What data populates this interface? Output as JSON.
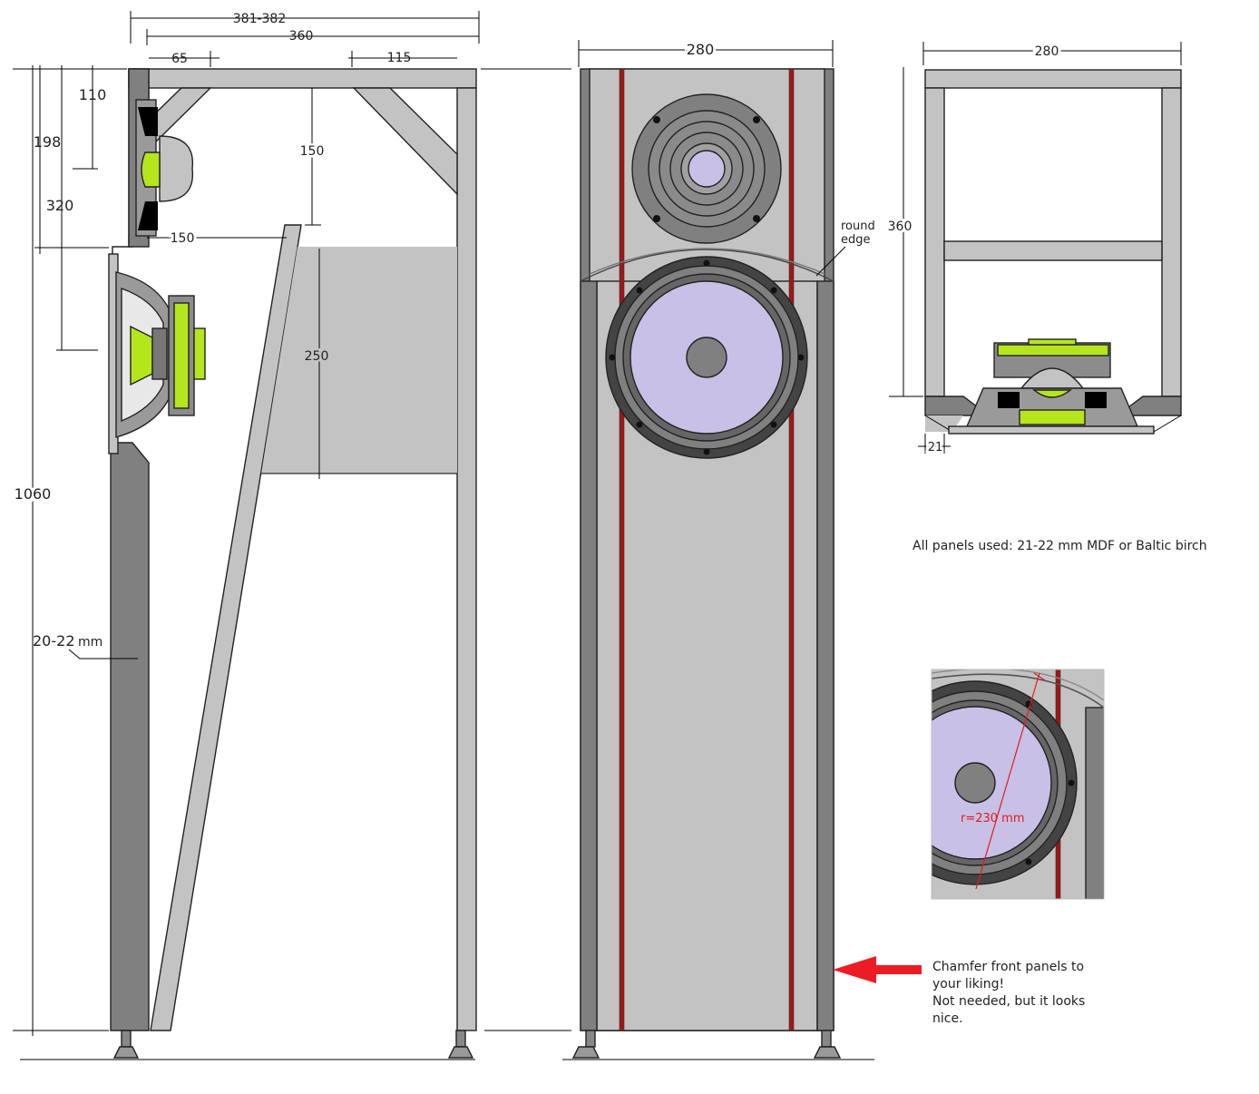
{
  "side_view": {
    "depth_total": "381-382",
    "depth_inner": "360",
    "brace_front_offset": "65",
    "brace_rear_offset": "115",
    "tweeter_center_height": "110",
    "tweeter_bottom_height": "198",
    "woofer_center_height": "320",
    "brace_drop": "150",
    "baffle_to_divider": "150",
    "divider_height": "250",
    "total_height": "1060",
    "wall_thickness": "20-22",
    "wall_thickness_unit": "mm"
  },
  "front_view": {
    "width": "280",
    "round_edge_note_line1": "round",
    "round_edge_note_line2": "edge"
  },
  "top_view": {
    "width": "280",
    "depth": "360",
    "panel_thickness": "21"
  },
  "notes": {
    "panels": "All panels used: 21-22 mm MDF or Baltic birch",
    "chamfer_line1": "Chamfer front panels to",
    "chamfer_line2": "your liking!",
    "chamfer_line3": "Not needed, but it looks",
    "chamfer_line4": "nice."
  },
  "detail": {
    "radius": "r=230 mm"
  },
  "colors": {
    "panel_dark": "#808080",
    "panel_light": "#c3c3c3",
    "driver_cone": "#c8c0e6",
    "accent_green": "#b5e51d",
    "stripe_red": "#a31515",
    "arrow_red": "#ed1c24"
  }
}
